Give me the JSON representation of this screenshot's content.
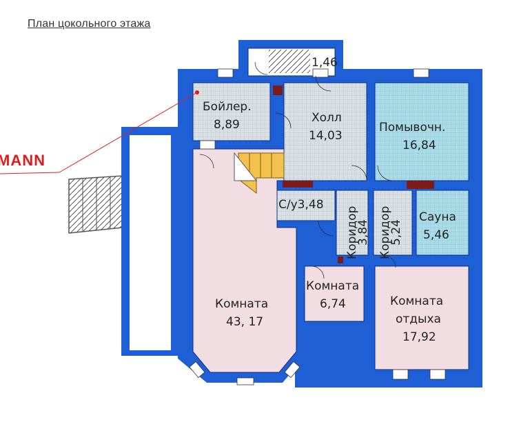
{
  "page": {
    "title": "План цокольного этажа"
  },
  "brand_text": "MANN",
  "colors": {
    "wall": "#1f5fd6",
    "wall_dark": "#0a2e8a",
    "tile": "#d8dfe3",
    "pool": "#a9dce6",
    "room": "#f2dde3",
    "stairs": "#f2c14e",
    "brand": "#e01b1b"
  },
  "rooms": {
    "boiler": {
      "name": "Бойлер.",
      "area": "8,89"
    },
    "hall": {
      "name": "Холл",
      "area": "14,03"
    },
    "wash": {
      "name": "Помывочн.",
      "area": "16,84"
    },
    "wc": {
      "label": "С/у3,48"
    },
    "corridor1": {
      "name": "Коридор",
      "area": "3,84"
    },
    "corridor2": {
      "name": "Коридор",
      "area": "5,24"
    },
    "sauna": {
      "name": "Сауна",
      "area": "5,46"
    },
    "big_room": {
      "name": "Комната",
      "area": "43, 17"
    },
    "small_room": {
      "name": "Комната",
      "area": "6,74"
    },
    "rest_room": {
      "name_line1": "Комната",
      "name_line2": "отдыха",
      "area": "17,92"
    },
    "stair_top": {
      "area": "1,46"
    }
  }
}
